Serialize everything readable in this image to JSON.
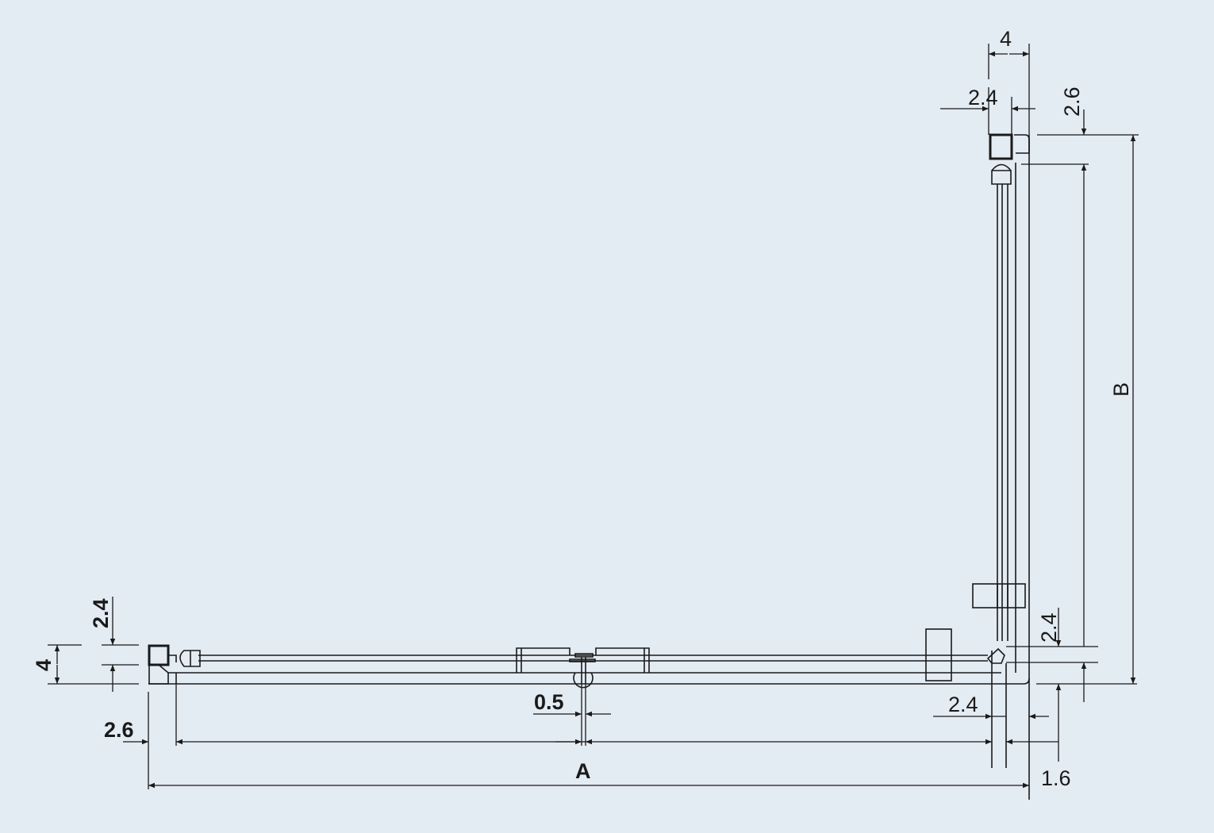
{
  "drawing": {
    "title": "Corner shower enclosure plan view",
    "dimensions": {
      "top_width": "4",
      "top_profile": "2.4",
      "top_offset": "2.6",
      "height_B": "B",
      "right_glass": "2.4",
      "left_total": "4",
      "left_glass": "2.4",
      "gap": "0.5",
      "left_offset": "2.6",
      "bottom_right_profile": "2.4",
      "bottom_right_offset": "1.6",
      "width_A": "A"
    },
    "colors": {
      "background": "#e3ebf3",
      "line": "#1a1a1a"
    }
  }
}
